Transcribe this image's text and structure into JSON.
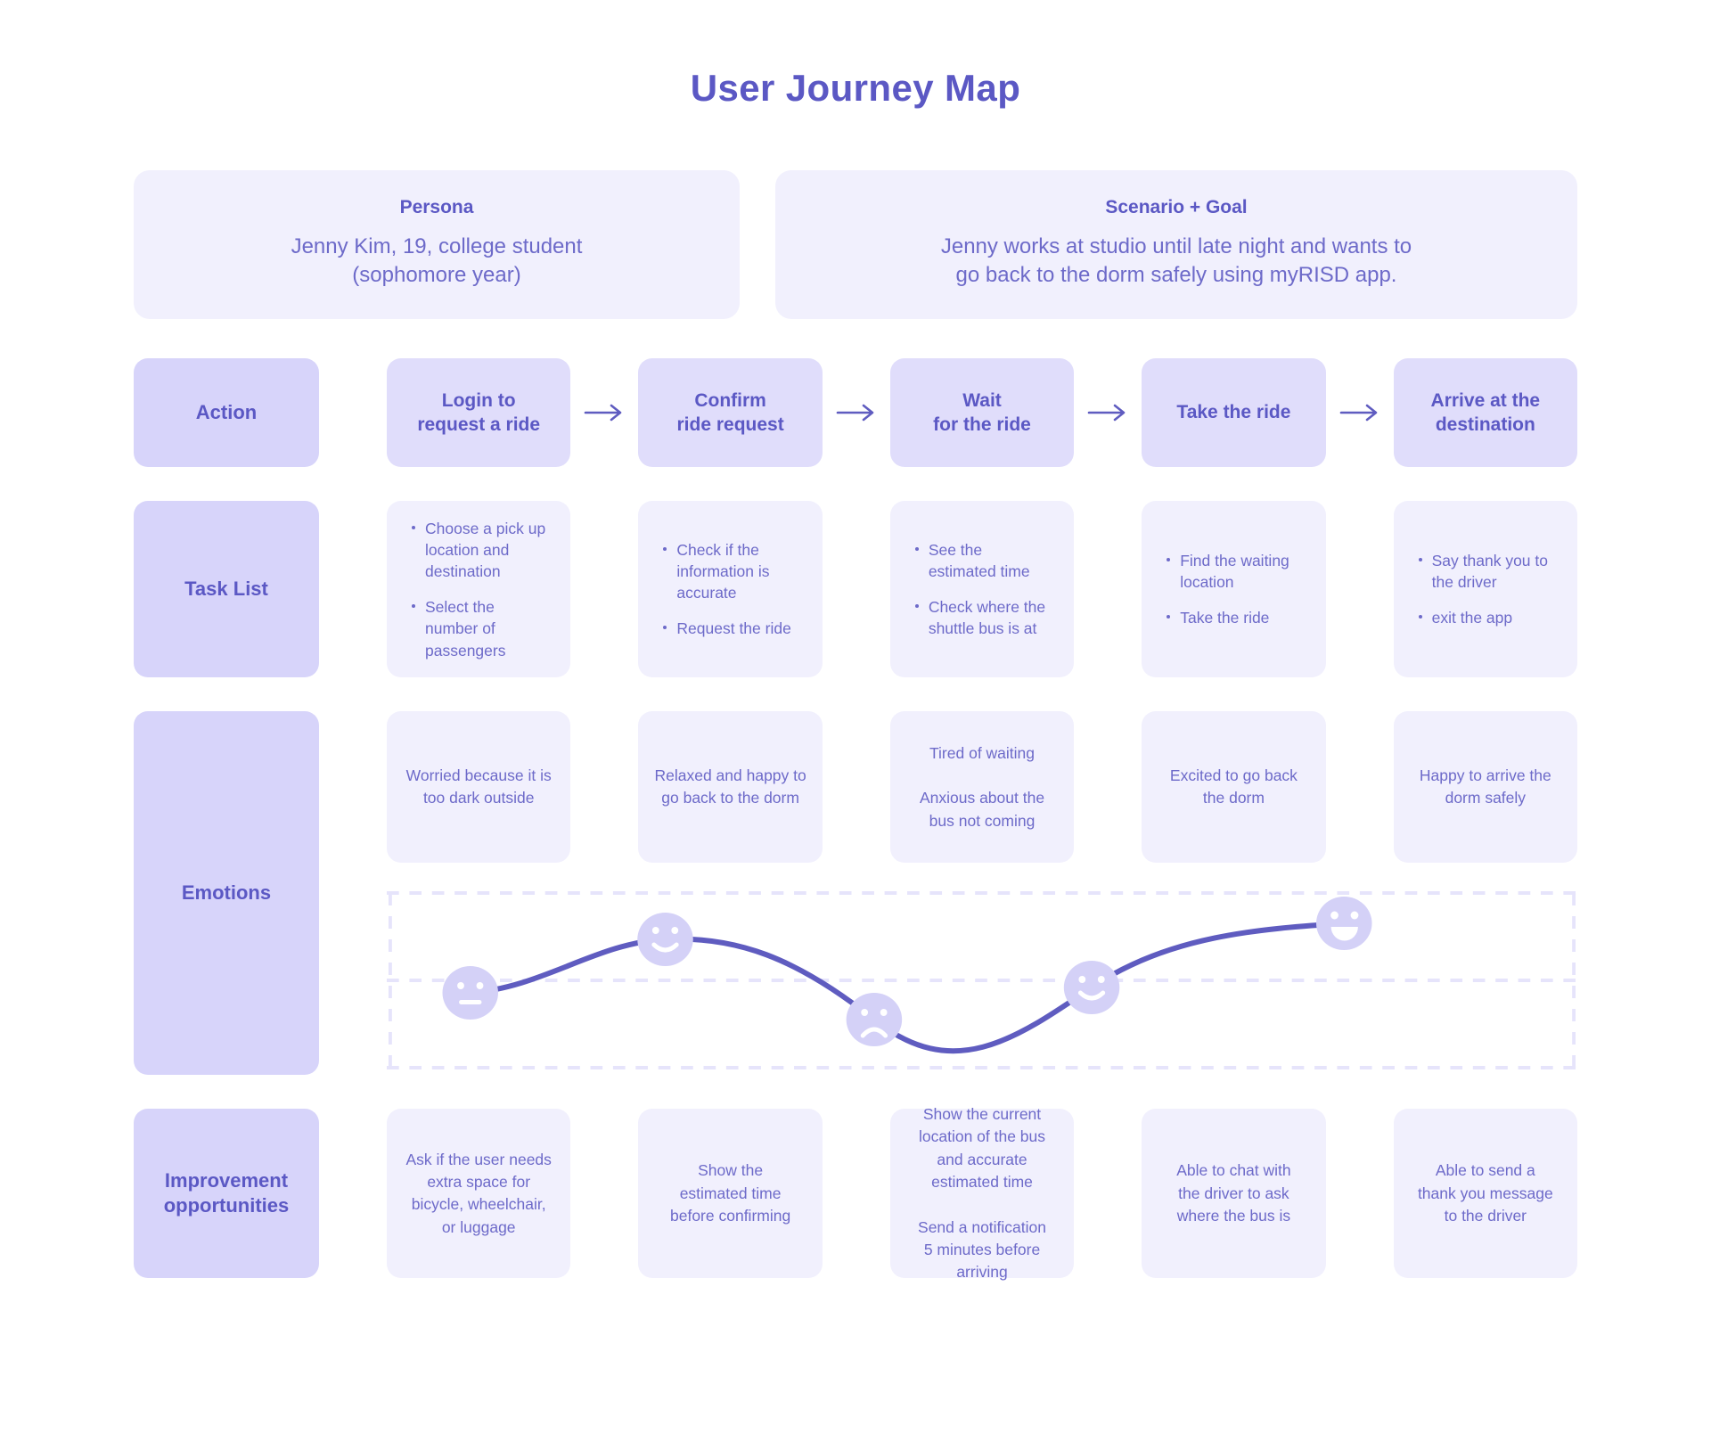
{
  "title": "User Journey Map",
  "colors": {
    "accent": "#5b58c4",
    "label_bg": "#d7d4fa",
    "action_bg": "#e0ddfb",
    "card_bg": "#f1f0fd",
    "curve": "#5f5cc0",
    "face": "#d4d1f7",
    "dashed_grid": "#e6e4fb"
  },
  "persona": {
    "heading": "Persona",
    "body": "Jenny Kim, 19, college student\n(sophomore year)"
  },
  "scenario": {
    "heading": "Scenario + Goal",
    "body": "Jenny works at studio until late night and wants to\ngo back to the dorm safely using myRISD app."
  },
  "rows": {
    "action": {
      "label": "Action",
      "cells": [
        "Login to\nrequest a ride",
        "Confirm\nride request",
        "Wait\nfor the ride",
        "Take the ride",
        "Arrive at the\ndestination"
      ]
    },
    "task_list": {
      "label": "Task List",
      "cells": [
        [
          "Choose a pick up location and destination",
          "Select the number of passengers"
        ],
        [
          "Check if the information is accurate",
          "Request the ride"
        ],
        [
          "See the estimated time",
          "Check where the shuttle bus is at"
        ],
        [
          "Find the waiting location",
          "Take the ride"
        ],
        [
          "Say thank you to the driver",
          "exit the app"
        ]
      ]
    },
    "emotions": {
      "label": "Emotions",
      "cells": [
        "Worried because it is\ntoo dark outside",
        "Relaxed and happy to\ngo back to the dorm",
        "Tired of waiting\n\nAnxious about the\nbus not coming",
        "Excited to go back\nthe dorm",
        "Happy to arrive the\ndorm safely"
      ],
      "faces": [
        {
          "stage": "Login to request a ride",
          "expression": "neutral",
          "level": 3
        },
        {
          "stage": "Confirm ride request",
          "expression": "smile",
          "level": 4
        },
        {
          "stage": "Wait for the ride",
          "expression": "sad",
          "level": 1
        },
        {
          "stage": "Take the ride",
          "expression": "smile",
          "level": 3
        },
        {
          "stage": "Arrive at the destination",
          "expression": "laugh",
          "level": 5
        }
      ]
    },
    "improvement": {
      "label": "Improvement\nopportunities",
      "cells": [
        "Ask if the user needs\nextra space for\nbicycle, wheelchair,\nor luggage",
        "Show the\nestimated time\nbefore confirming",
        "Show the current\nlocation of the bus\nand accurate\nestimated time\n\nSend a notification\n5 minutes before\narriving",
        "Able to chat with\nthe driver to ask\nwhere the bus is",
        "Able to send a\nthank you message\nto the driver"
      ]
    }
  },
  "icons": {
    "arrow": "arrow-right-icon",
    "face_neutral": "neutral-face-icon",
    "face_smile": "smiling-face-icon",
    "face_sad": "sad-face-icon",
    "face_laugh": "laughing-face-icon"
  }
}
